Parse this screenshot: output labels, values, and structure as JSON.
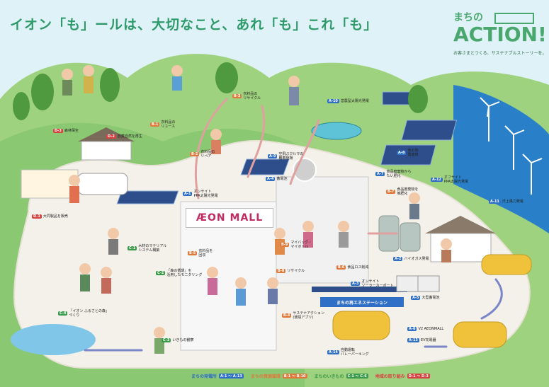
{
  "headline": "イオン「も」ールは、大切なこと、あれ「も」これ「も」",
  "logo": {
    "brand": "まちの",
    "action": "ACTION!",
    "tagline": "お客さまとつくる、サステナブルストーリーを。"
  },
  "mall_sign": "ÆON MALL",
  "station_sign": "まちの再エネステーション",
  "colors": {
    "sky": "#dff2f7",
    "green": "#8bc872",
    "path": "#f4f1ea",
    "sea": "#2a80c8",
    "blue_code": "#2f6fc6",
    "orange_code": "#e07a3c",
    "green_code": "#3a9a4a",
    "red_code": "#d94040",
    "brand_green": "#4aa86e"
  },
  "labels": [
    {
      "code": "D-3",
      "text": "森林保全",
      "color": "red"
    },
    {
      "code": "D-2",
      "text": "放棄自然を再生",
      "color": "red"
    },
    {
      "code": "D-1",
      "text": "大同製品を販売",
      "color": "red"
    },
    {
      "code": "B-1",
      "text": "衣料品の\nリユース",
      "color": "orange"
    },
    {
      "code": "B-2",
      "text": "衣料品の\nリペア",
      "color": "orange"
    },
    {
      "code": "B-3",
      "text": "衣料品の\nリサイクル",
      "color": "orange"
    },
    {
      "code": "B-5",
      "text": "衣料品を\n回収",
      "color": "orange"
    },
    {
      "code": "B-6",
      "text": "食品ロス削減",
      "color": "orange"
    },
    {
      "code": "B-7",
      "text": "食品廃棄物を\n堆肥化",
      "color": "orange"
    },
    {
      "code": "B-8",
      "text": "リサイクル",
      "color": "orange"
    },
    {
      "code": "B-9",
      "text": "マイバッグ・\nマイボトル",
      "color": "orange"
    },
    {
      "code": "B-4",
      "text": "サステナアクション\n(環境アプリ)",
      "color": "orange"
    },
    {
      "code": "A-10",
      "text": "営農型太陽光発電",
      "color": "blue"
    },
    {
      "code": "A-9",
      "text": "空飛ぶクルマの\n離着陸場",
      "color": "blue"
    },
    {
      "code": "A-8",
      "text": "食の地\n農産物",
      "color": "blue"
    },
    {
      "code": "A-12",
      "text": "オフサイト\nPPA太陽光発電",
      "color": "blue"
    },
    {
      "code": "A-11",
      "text": "洋上風力発電",
      "color": "blue"
    },
    {
      "code": "A-7",
      "text": "食品廃棄物から\nたい肥化",
      "color": "blue"
    },
    {
      "code": "A-1",
      "text": "オンサイト\nPPA太陽光発電",
      "color": "blue"
    },
    {
      "code": "A-2",
      "text": "バイオガス発電",
      "color": "blue"
    },
    {
      "code": "A-3",
      "text": "オンサイト\nソーラーカーポート",
      "color": "blue"
    },
    {
      "code": "A-4",
      "text": "蓄電池",
      "color": "blue"
    },
    {
      "code": "A-5",
      "text": "大型蓄電池",
      "color": "blue"
    },
    {
      "code": "A-6",
      "text": "V2 AEONMALL",
      "color": "blue"
    },
    {
      "code": "A-13",
      "text": "EV充電器",
      "color": "blue"
    },
    {
      "code": "C-1",
      "text": "木材のマテリアル\nシステム構築",
      "color": "green"
    },
    {
      "code": "C-2",
      "text": "「森の循環」を\n活用したモニタリング",
      "color": "green"
    },
    {
      "code": "C-4",
      "text": "「イオン ふるさとの森」\nづくり",
      "color": "green"
    },
    {
      "code": "C-3",
      "text": "いきもの観察",
      "color": "green"
    },
    {
      "code": "A-14",
      "text": "自動運転\nバレーパーキング",
      "color": "blue"
    }
  ],
  "legend": [
    {
      "title": "まちの発電所",
      "range": "A-1 〜 A-13",
      "color": "blue"
    },
    {
      "title": "まちの資源循環",
      "range": "B-1 〜 B-10",
      "color": "orange"
    },
    {
      "title": "まちのいきもの",
      "range": "C-1 〜 C-6",
      "color": "green"
    },
    {
      "title": "地域の取り組み",
      "range": "D-1 〜 D-3",
      "color": "red"
    }
  ]
}
